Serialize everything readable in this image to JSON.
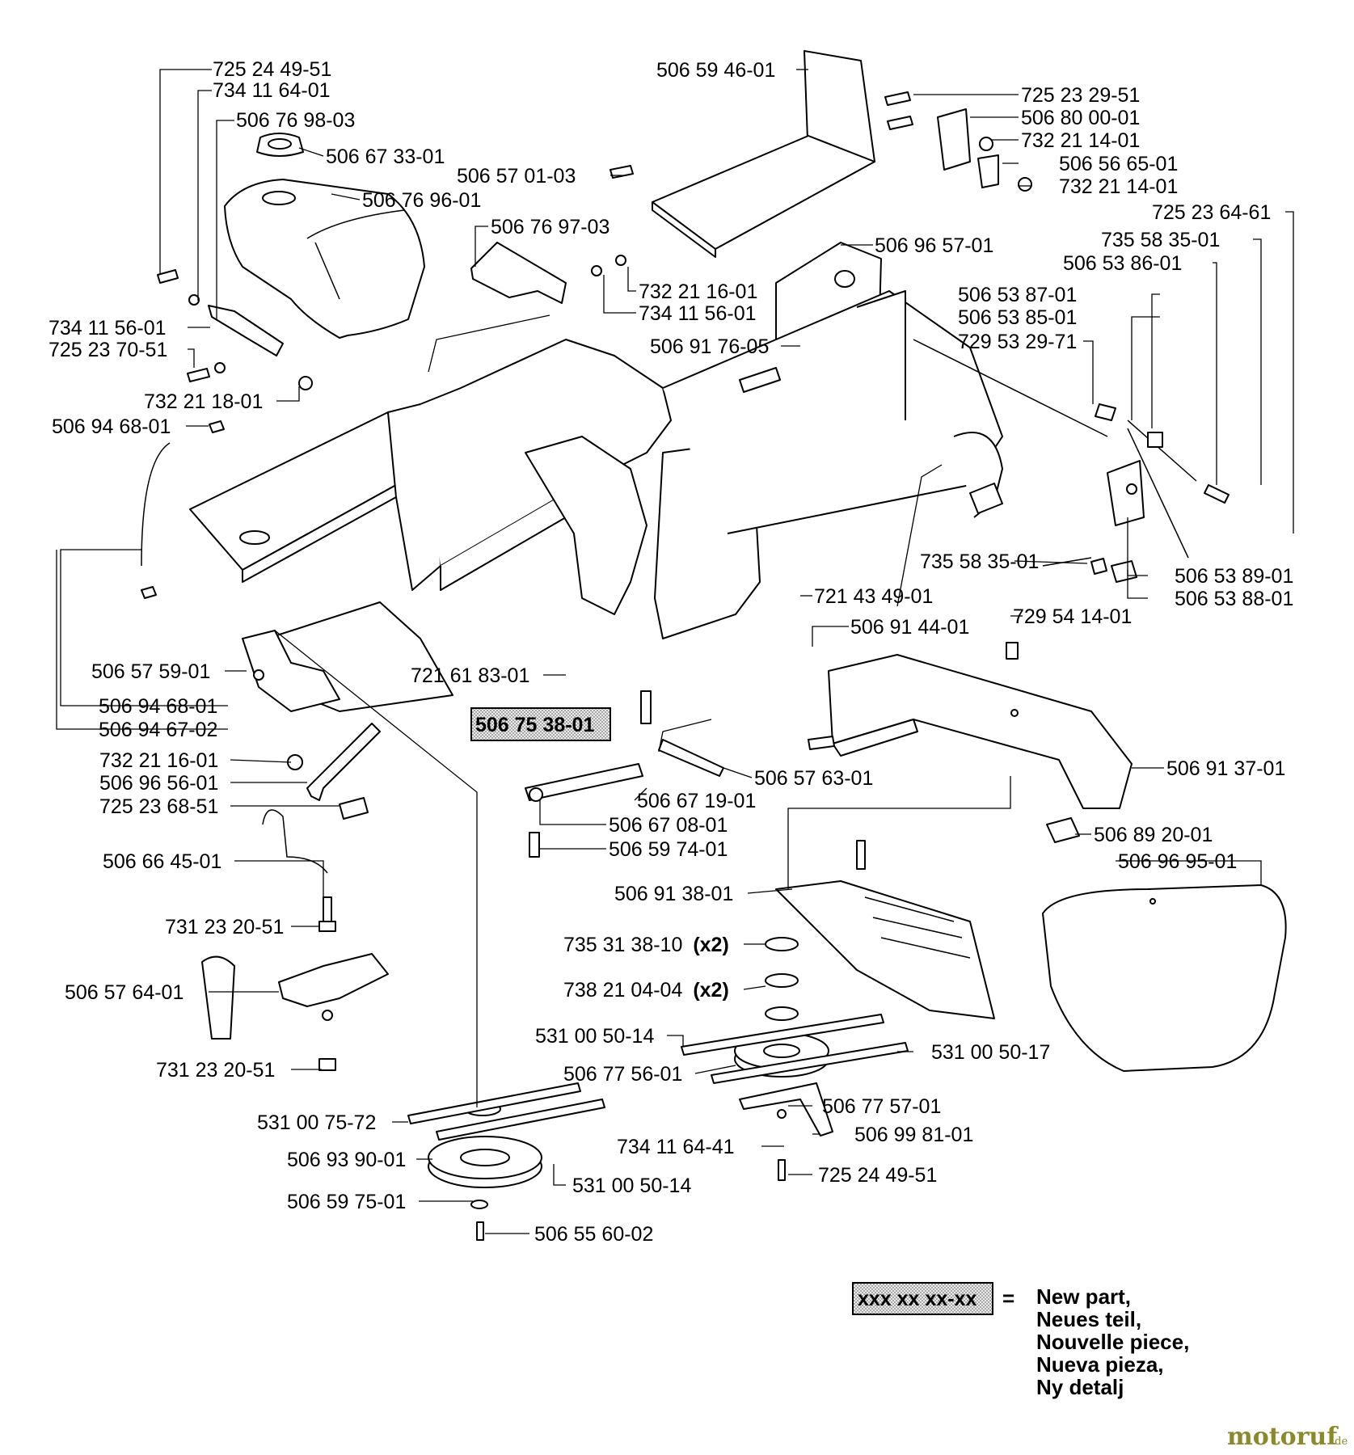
{
  "diagram": {
    "parts": [
      {
        "id": "p1",
        "number": "725 24 49-51",
        "bold": false
      },
      {
        "id": "p2",
        "number": "734 11 64-01",
        "bold": false
      },
      {
        "id": "p3",
        "number": "506 76 98-03",
        "bold": false
      },
      {
        "id": "p4",
        "number": "506 67 33-01",
        "bold": false
      },
      {
        "id": "p5",
        "number": "506 76 96-01",
        "bold": false
      },
      {
        "id": "p6",
        "number": "506 59 46-01",
        "bold": false
      },
      {
        "id": "p7",
        "number": "506 57 01-03",
        "bold": false
      },
      {
        "id": "p8",
        "number": "725 23 29-51",
        "bold": false
      },
      {
        "id": "p9",
        "number": "506 80 00-01",
        "bold": false
      },
      {
        "id": "p10",
        "number": "732 21 14-01",
        "bold": false
      },
      {
        "id": "p11",
        "number": "506 56 65-01",
        "bold": false
      },
      {
        "id": "p12",
        "number": "732 21 14-01",
        "bold": false
      },
      {
        "id": "p13",
        "number": "725 23 64-61",
        "bold": false
      },
      {
        "id": "p14",
        "number": "506 76 97-03",
        "bold": false
      },
      {
        "id": "p15",
        "number": "506 96 57-01",
        "bold": false
      },
      {
        "id": "p16",
        "number": "735 58 35-01",
        "bold": false
      },
      {
        "id": "p17",
        "number": "506 53 86-01",
        "bold": false
      },
      {
        "id": "p18",
        "number": "732 21 16-01",
        "bold": false
      },
      {
        "id": "p19",
        "number": "734 11 56-01",
        "bold": false
      },
      {
        "id": "p20",
        "number": "506 53 87-01",
        "bold": false
      },
      {
        "id": "p21",
        "number": "506 53 85-01",
        "bold": false
      },
      {
        "id": "p22",
        "number": "729 53 29-71",
        "bold": false
      },
      {
        "id": "p23",
        "number": "734 11 56-01",
        "bold": false
      },
      {
        "id": "p24",
        "number": "725 23 70-51",
        "bold": false
      },
      {
        "id": "p25",
        "number": "506 91 76-05",
        "bold": false
      },
      {
        "id": "p26",
        "number": "732 21 18-01",
        "bold": false
      },
      {
        "id": "p27",
        "number": "506 94 68-01",
        "bold": false
      },
      {
        "id": "p28",
        "number": "735 58 35-01",
        "bold": false
      },
      {
        "id": "p29",
        "number": "506 53 89-01",
        "bold": false
      },
      {
        "id": "p30",
        "number": "721 43 49-01",
        "bold": false
      },
      {
        "id": "p31",
        "number": "506 53 88-01",
        "bold": false
      },
      {
        "id": "p32",
        "number": "729 54 14-01",
        "bold": false
      },
      {
        "id": "p33",
        "number": "506 91 44-01",
        "bold": false
      },
      {
        "id": "p34",
        "number": "506 57 59-01",
        "bold": false
      },
      {
        "id": "p35",
        "number": "721 61 83-01",
        "bold": false
      },
      {
        "id": "p36",
        "number": "506 94 68-01",
        "bold": false
      },
      {
        "id": "p37",
        "number": "506 75 38-01",
        "bold": true
      },
      {
        "id": "p38",
        "number": "506 94 67-02",
        "bold": false
      },
      {
        "id": "p39",
        "number": "732 21 16-01",
        "bold": false
      },
      {
        "id": "p40",
        "number": "506 91 37-01",
        "bold": false
      },
      {
        "id": "p41",
        "number": "506 96 56-01",
        "bold": false
      },
      {
        "id": "p42",
        "number": "506 57 63-01",
        "bold": false
      },
      {
        "id": "p43",
        "number": "725 23 68-51",
        "bold": false
      },
      {
        "id": "p44",
        "number": "506 67 19-01",
        "bold": false
      },
      {
        "id": "p45",
        "number": "506 67 08-01",
        "bold": false
      },
      {
        "id": "p46",
        "number": "506 89 20-01",
        "bold": false
      },
      {
        "id": "p47",
        "number": "506 59 74-01",
        "bold": false
      },
      {
        "id": "p48",
        "number": "506 66 45-01",
        "bold": false
      },
      {
        "id": "p49",
        "number": "506 96 95-01",
        "bold": false
      },
      {
        "id": "p50",
        "number": "506 91 38-01",
        "bold": false
      },
      {
        "id": "p51",
        "number": "731 23 20-51",
        "bold": false
      },
      {
        "id": "p52",
        "number": "735 31 38-10",
        "bold": false,
        "suffix": "(x2)"
      },
      {
        "id": "p53",
        "number": "738 21 04-04",
        "bold": false,
        "suffix": "(x2)"
      },
      {
        "id": "p54",
        "number": "506 57 64-01",
        "bold": false
      },
      {
        "id": "p55",
        "number": "531 00 50-14",
        "bold": false
      },
      {
        "id": "p56",
        "number": "531 00 50-17",
        "bold": false
      },
      {
        "id": "p57",
        "number": "506 77 56-01",
        "bold": false
      },
      {
        "id": "p58",
        "number": "731 23 20-51",
        "bold": false
      },
      {
        "id": "p59",
        "number": "506 77 57-01",
        "bold": false
      },
      {
        "id": "p60",
        "number": "531 00 75-72",
        "bold": false
      },
      {
        "id": "p61",
        "number": "506 99 81-01",
        "bold": false
      },
      {
        "id": "p62",
        "number": "734 11 64-41",
        "bold": false
      },
      {
        "id": "p63",
        "number": "506 93 90-01",
        "bold": false
      },
      {
        "id": "p64",
        "number": "725 24 49-51",
        "bold": false
      },
      {
        "id": "p65",
        "number": "531 00 50-14",
        "bold": false
      },
      {
        "id": "p66",
        "number": "506 59 75-01",
        "bold": false
      },
      {
        "id": "p67",
        "number": "506 55 60-02",
        "bold": false
      }
    ]
  },
  "legend": {
    "code": "xxx xx xx-xx",
    "equals": "=",
    "lines": [
      "New part,",
      "Neues teil,",
      "Nouvelle piece,",
      "Nueva pieza,",
      "Ny detalj"
    ]
  },
  "watermark": {
    "brand": "motoruf",
    "suffix": ".de",
    "color": "#8a8a2a"
  },
  "colors": {
    "ink": "#000000",
    "highlight_fill": "#d9d9d9"
  }
}
